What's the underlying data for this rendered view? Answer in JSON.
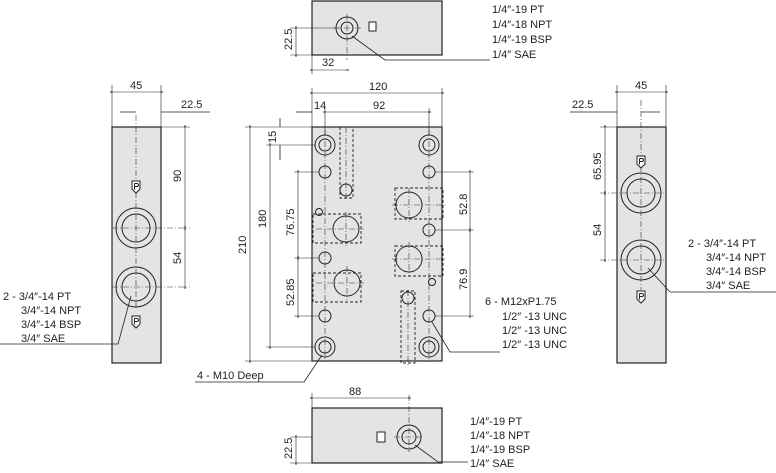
{
  "top_view": {
    "dims": {
      "height": "22.5",
      "offset": "32"
    },
    "port_labels": [
      "1/4″-19 PT",
      "1/4″-18 NPT",
      "1/4″-19 BSP",
      "1/4″ SAE"
    ]
  },
  "left_view": {
    "dims": {
      "width": "45",
      "half": "22.5",
      "d1": "90",
      "d2": "54"
    },
    "port_labels": [
      "2 - 3/4″-14 PT",
      "3/4″-14 NPT",
      "3/4″-14 BSP",
      "3/4″ SAE"
    ]
  },
  "front_view": {
    "dims": {
      "width": "120",
      "left_offset": "14",
      "hole_span": "92",
      "height": "210",
      "hole_height": "180",
      "top_offset": "15",
      "l1": "76.75",
      "l2": "52.85",
      "r1": "52.8",
      "r2": "76.9"
    },
    "thread_labels": [
      "6 - M12xP1.75",
      "1/2″ -13 UNC",
      "1/2″ -13 UNC",
      "1/2″ -13 UNC"
    ],
    "mount_label": "4 - M10 Deep"
  },
  "right_view": {
    "dims": {
      "width": "45",
      "half": "22.5",
      "d1": "65.95",
      "d2": "54"
    },
    "port_labels": [
      "2 - 3/4″-14 PT",
      "3/4″-14 NPT",
      "3/4″-14 BSP",
      "3/4″ SAE"
    ]
  },
  "bottom_view": {
    "dims": {
      "offset": "88",
      "height": "22.5"
    },
    "port_labels": [
      "1/4″-19 PT",
      "1/4″-18 NPT",
      "1/4″-19 BSP",
      "1/4″ SAE"
    ]
  }
}
